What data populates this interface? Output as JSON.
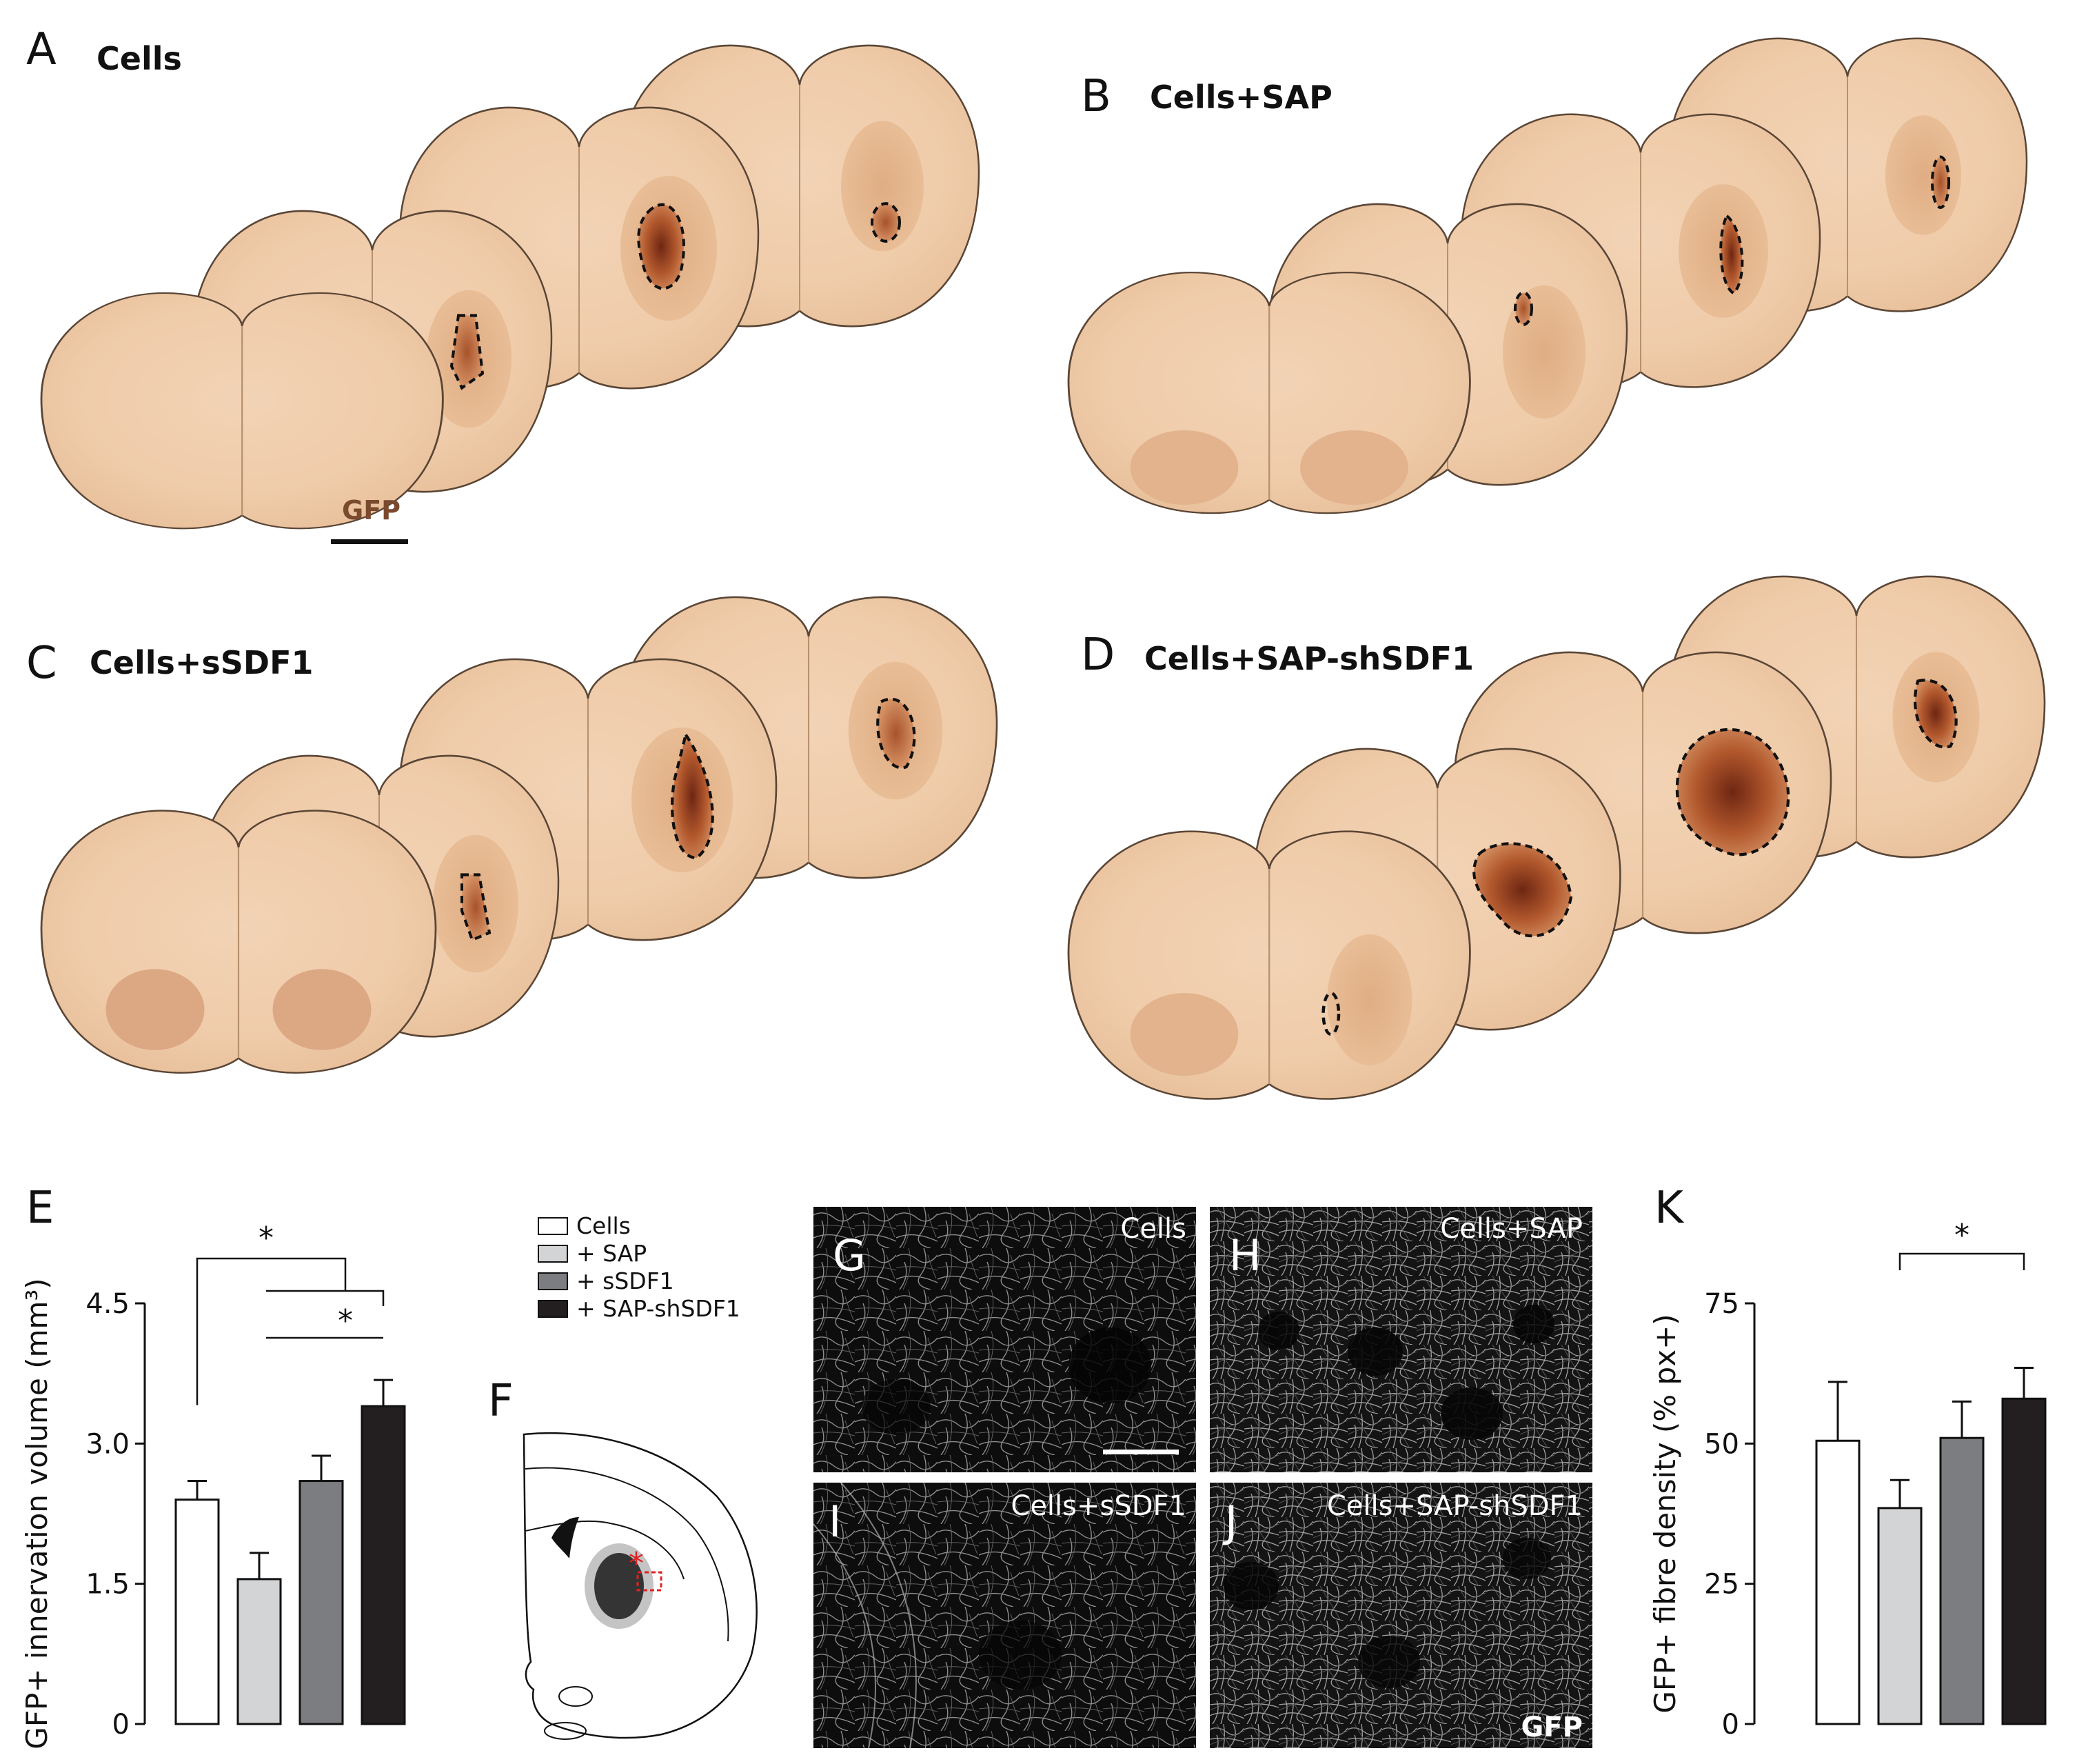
{
  "panels": {
    "A": {
      "letter": "A",
      "title": "Cells",
      "stain": "GFP"
    },
    "B": {
      "letter": "B",
      "title": "Cells+SAP"
    },
    "C": {
      "letter": "C",
      "title": "Cells+sSDF1"
    },
    "D": {
      "letter": "D",
      "title": "Cells+SAP-shSDF1"
    },
    "F": {
      "letter": "F"
    },
    "G": {
      "letter": "G",
      "label": "Cells"
    },
    "H": {
      "letter": "H",
      "label": "Cells+SAP"
    },
    "I": {
      "letter": "I",
      "label": "Cells+sSDF1"
    },
    "J": {
      "letter": "J",
      "label": "Cells+SAP-shSDF1",
      "stain": "GFP"
    }
  },
  "legend": [
    {
      "label": "Cells",
      "color": "#ffffff"
    },
    {
      "label": "+ SAP",
      "color": "#d2d4d6"
    },
    {
      "label": "+ sSDF1",
      "color": "#7b7d80"
    },
    {
      "label": "+ SAP-shSDF1",
      "color": "#231f20"
    }
  ],
  "chart_data": [
    {
      "panel": "E",
      "type": "bar",
      "categories": [
        "Cells",
        "+ SAP",
        "+ sSDF1",
        "+ SAP-shSDF1"
      ],
      "values": [
        2.4,
        1.55,
        2.6,
        3.4
      ],
      "errors": [
        0.2,
        0.28,
        0.27,
        0.28
      ],
      "colors": [
        "#ffffff",
        "#d2d4d6",
        "#7b7d80",
        "#231f20"
      ],
      "ylabel": "GFP+ innervation volume (mm³)",
      "ylim": [
        0,
        4.5
      ],
      "yticks": [
        "0",
        "1.5",
        "3.0",
        "4.5"
      ],
      "significance": [
        "*",
        "*"
      ]
    },
    {
      "panel": "K",
      "type": "bar",
      "categories": [
        "Cells",
        "+ SAP",
        "+ sSDF1",
        "+ SAP-shSDF1"
      ],
      "values": [
        50.5,
        38.5,
        51,
        58
      ],
      "errors": [
        10.5,
        5,
        6.5,
        5.5
      ],
      "colors": [
        "#ffffff",
        "#d2d4d6",
        "#7b7d80",
        "#231f20"
      ],
      "ylabel": "GFP+ fibre density (% px+)",
      "ylim": [
        0,
        75
      ],
      "yticks": [
        "0",
        "25",
        "50",
        "75"
      ],
      "significance": [
        "*"
      ]
    }
  ]
}
